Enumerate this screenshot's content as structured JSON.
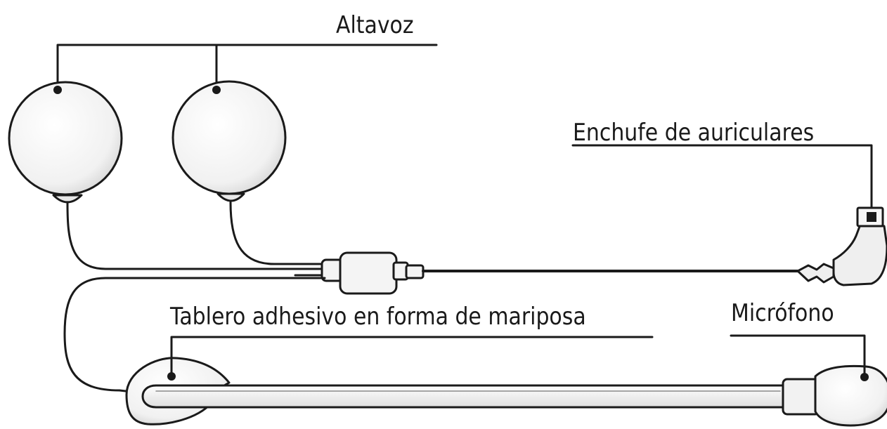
{
  "labels": {
    "speaker": "Altavoz",
    "headphone_jack": "Enchufe de auriculares",
    "adhesive_board": "Tablero adhesivo en forma de mariposa",
    "microphone": "Micrófono"
  },
  "colors": {
    "line": "#1a1a1a",
    "fill": "#efefef"
  }
}
